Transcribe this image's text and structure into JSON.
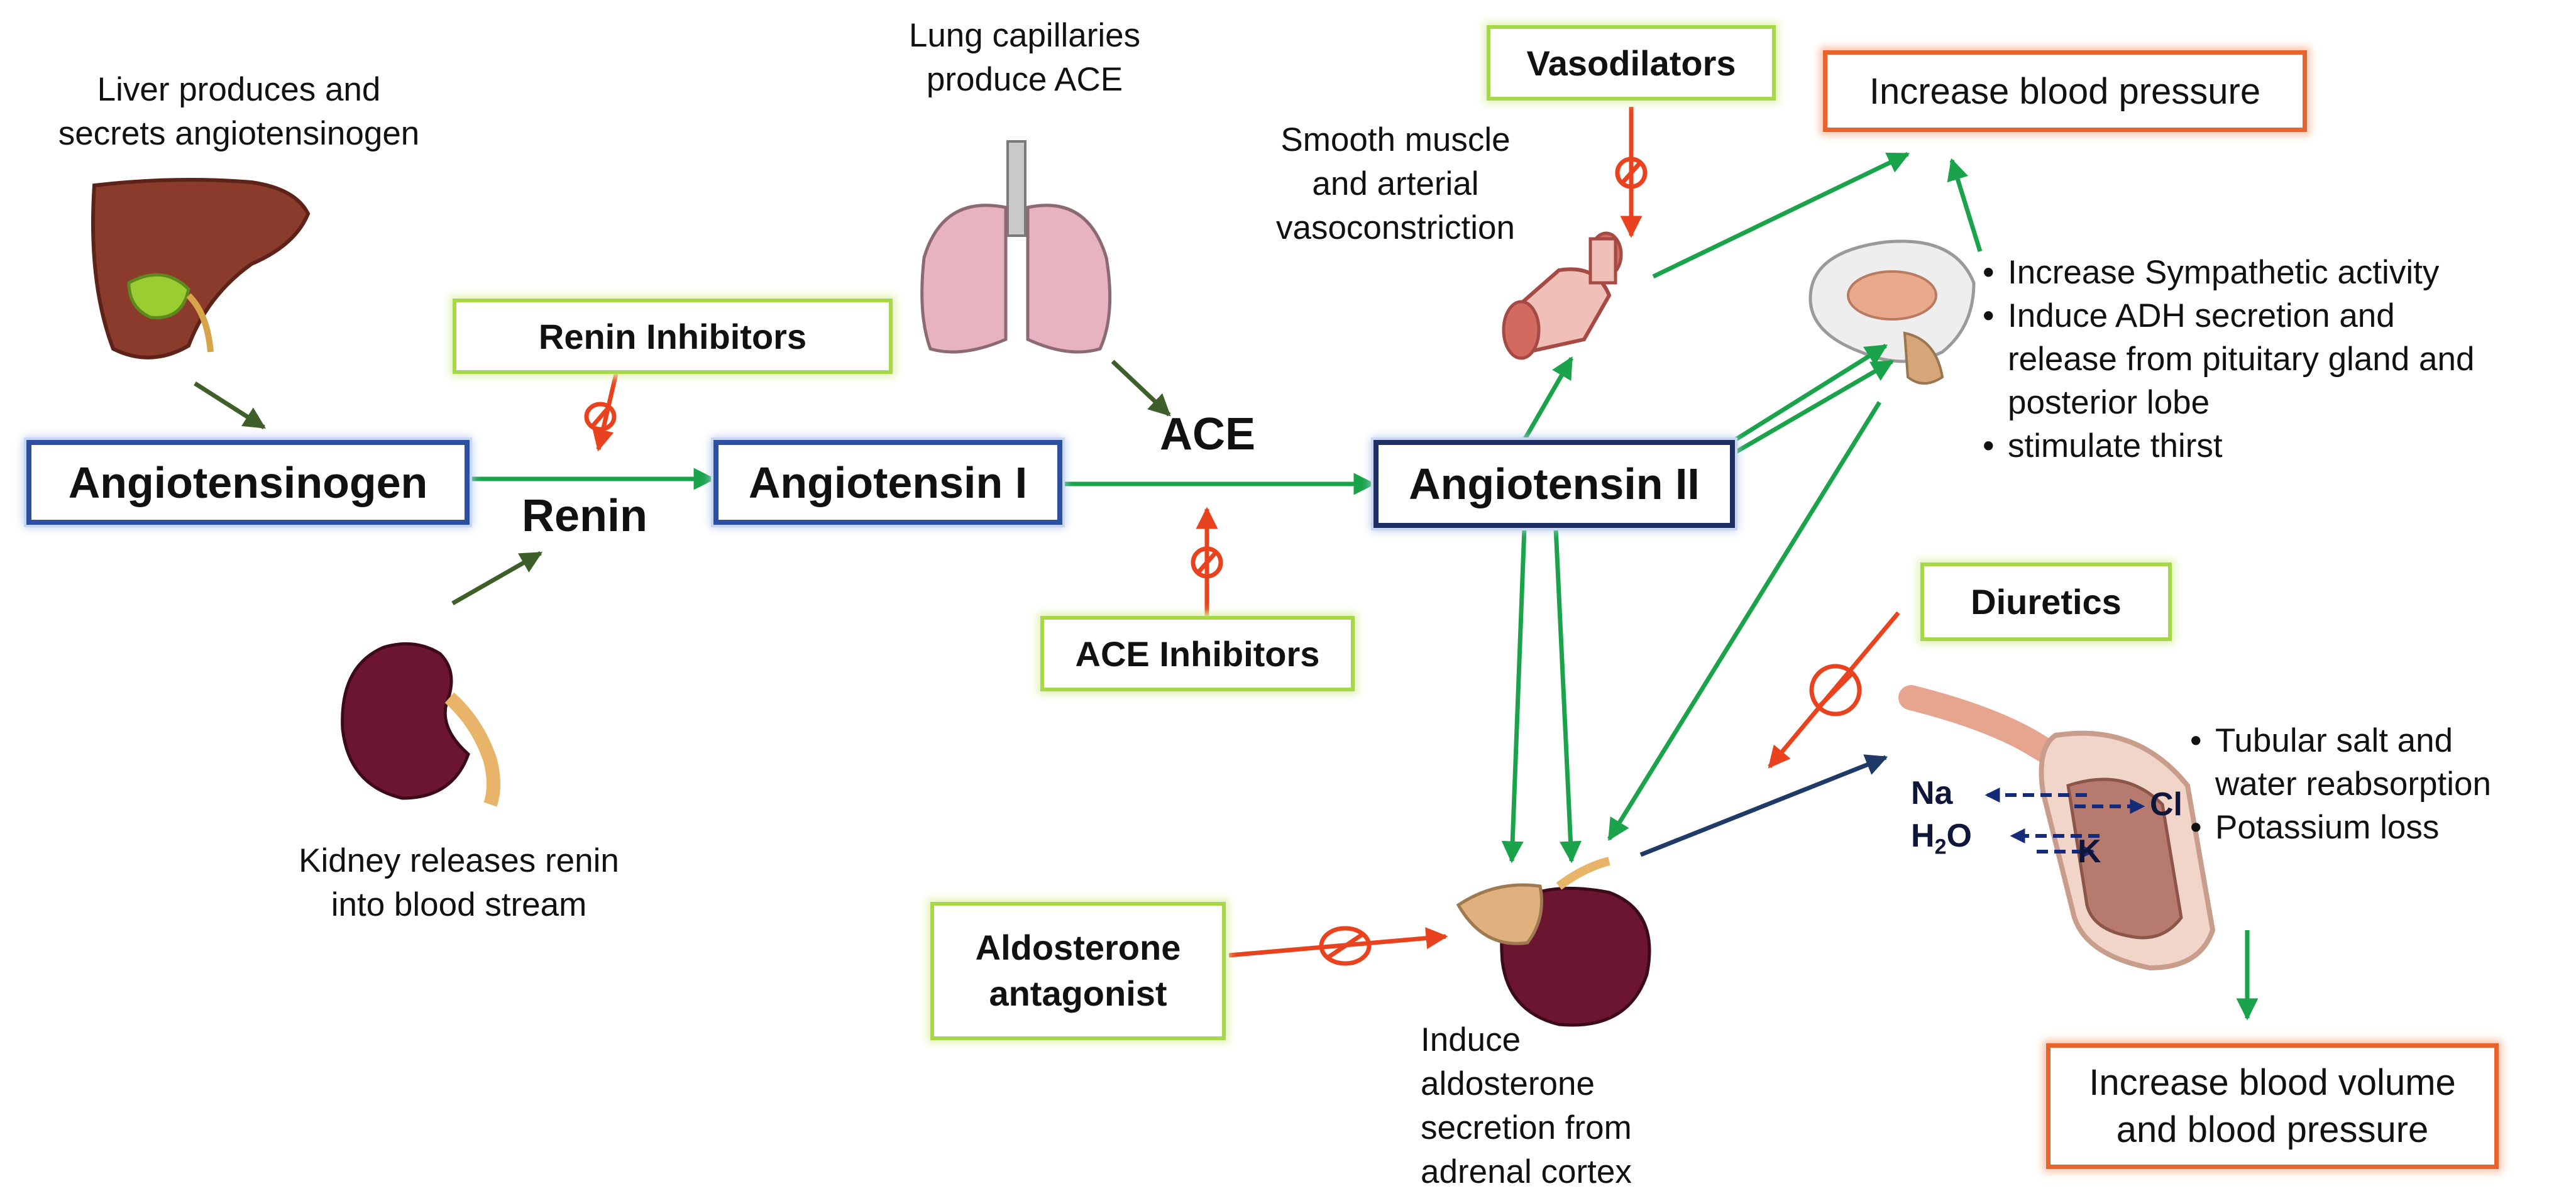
{
  "nodes": {
    "angiotensinogen": "Angiotensinogen",
    "angiotensin_1": "Angiotensin I",
    "angiotensin_2": "Angiotensin II",
    "renin": "Renin",
    "ace": "ACE"
  },
  "inhibitors": {
    "renin_inhibitors": "Renin Inhibitors",
    "ace_inhibitors": "ACE Inhibitors",
    "vasodilators": "Vasodilators",
    "diuretics": "Diuretics",
    "aldosterone_antagonist_line1": "Aldosterone",
    "aldosterone_antagonist_line2": "antagonist"
  },
  "outcomes": {
    "increase_bp": "Increase blood pressure",
    "increase_volume_line1": "Increase blood volume",
    "increase_volume_line2": "and blood pressure"
  },
  "labels": {
    "liver_line1": "Liver produces and",
    "liver_line2": "secrets angiotensinogen",
    "lung_line1": "Lung capillaries",
    "lung_line2": "produce ACE",
    "kidney_line1": "Kidney releases renin",
    "kidney_line2": "into blood stream",
    "smooth_line1": "Smooth muscle",
    "smooth_line2": "and arterial",
    "smooth_line3": "vasoconstriction",
    "aldo_line1": "Induce aldosterone",
    "aldo_line2": "secretion from",
    "aldo_line3": "adrenal cortex"
  },
  "brain_effects": [
    "Increase Sympathetic activity",
    "Induce ADH secretion and",
    "release from pituitary gland and",
    "posterior lobe",
    "stimulate thirst"
  ],
  "kidney_effects": [
    "Tubular salt and",
    "water reabsorption",
    "Potassium loss"
  ],
  "ions": {
    "na": "Na",
    "h2o_h": "H",
    "h2o_2": "2",
    "h2o_o": "O",
    "cl": "Cl",
    "k": "K"
  },
  "colors": {
    "flow_arrow": "#1aa34a",
    "source_arrow": "#3f5f2a",
    "inhibitor_arrow": "#e8431e",
    "aldosterone_arrow": "#1f3a66",
    "box_blue": "#2c4fa0",
    "box_green": "#a6d84a",
    "box_orange": "#e9642d"
  }
}
